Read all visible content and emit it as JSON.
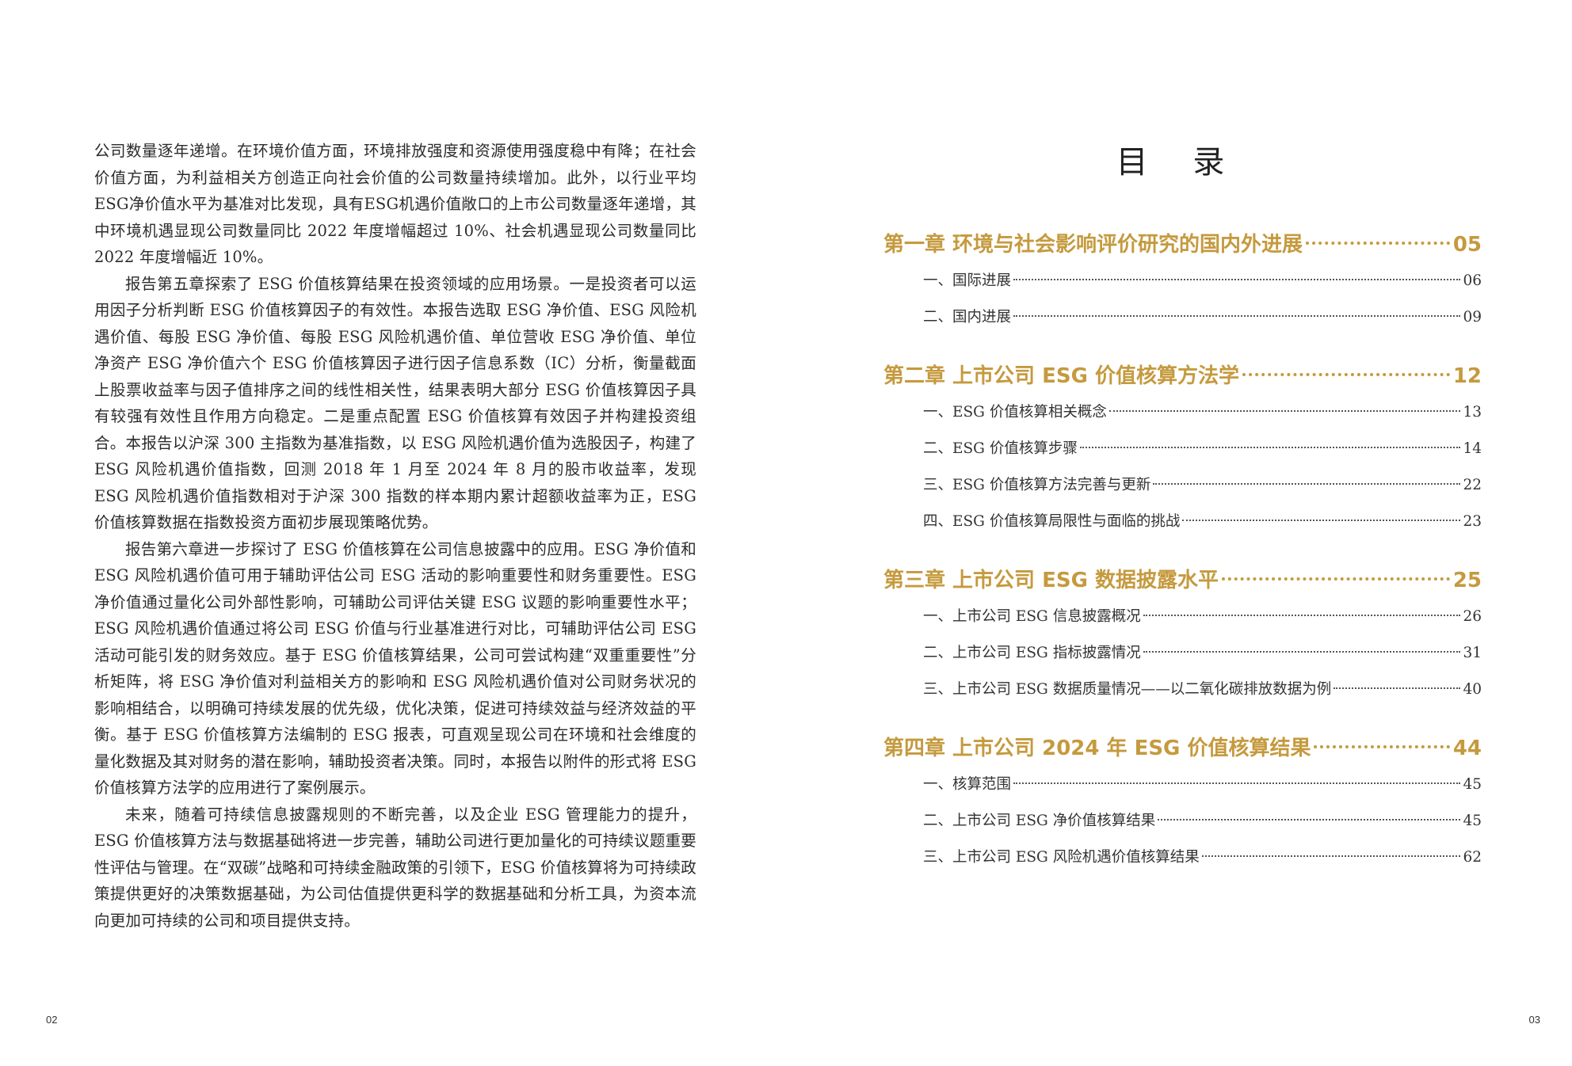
{
  "left_page": {
    "paragraphs": [
      {
        "indent": false,
        "text": "公司数量逐年递增。在环境价值方面，环境排放强度和资源使用强度稳中有降；在社会价值方面，为利益相关方创造正向社会价值的公司数量持续增加。此外，以行业平均ESG净价值水平为基准对比发现，具有ESG机遇价值敞口的上市公司数量逐年递增，其中环境机遇显现公司数量同比 2022 年度增幅超过 10%、社会机遇显现公司数量同比 2022 年度增幅近 10%。"
      },
      {
        "indent": true,
        "text": "报告第五章探索了 ESG 价值核算结果在投资领域的应用场景。一是投资者可以运用因子分析判断 ESG 价值核算因子的有效性。本报告选取 ESG 净价值、ESG 风险机遇价值、每股 ESG 净价值、每股 ESG 风险机遇价值、单位营收 ESG 净价值、单位净资产 ESG 净价值六个 ESG 价值核算因子进行因子信息系数（IC）分析，衡量截面上股票收益率与因子值排序之间的线性相关性，结果表明大部分 ESG 价值核算因子具有较强有效性且作用方向稳定。二是重点配置 ESG 价值核算有效因子并构建投资组合。本报告以沪深 300 主指数为基准指数，以 ESG 风险机遇价值为选股因子，构建了 ESG 风险机遇价值指数，回测 2018 年 1 月至 2024 年 8 月的股市收益率，发现 ESG 风险机遇价值指数相对于沪深 300 指数的样本期内累计超额收益率为正，ESG 价值核算数据在指数投资方面初步展现策略优势。"
      },
      {
        "indent": true,
        "text": "报告第六章进一步探讨了 ESG 价值核算在公司信息披露中的应用。ESG 净价值和 ESG 风险机遇价值可用于辅助评估公司 ESG 活动的影响重要性和财务重要性。ESG 净价值通过量化公司外部性影响，可辅助公司评估关键 ESG 议题的影响重要性水平；ESG 风险机遇价值通过将公司 ESG 价值与行业基准进行对比，可辅助评估公司 ESG 活动可能引发的财务效应。基于 ESG 价值核算结果，公司可尝试构建“双重重要性”分析矩阵，将 ESG 净价值对利益相关方的影响和 ESG 风险机遇价值对公司财务状况的影响相结合，以明确可持续发展的优先级，优化决策，促进可持续效益与经济效益的平衡。基于 ESG 价值核算方法编制的 ESG 报表，可直观呈现公司在环境和社会维度的量化数据及其对财务的潜在影响，辅助投资者决策。同时，本报告以附件的形式将 ESG 价值核算方法学的应用进行了案例展示。"
      },
      {
        "indent": true,
        "text": "未来，随着可持续信息披露规则的不断完善，以及企业 ESG 管理能力的提升，ESG 价值核算方法与数据基础将进一步完善，辅助公司进行更加量化的可持续议题重要性评估与管理。在“双碳”战略和可持续金融政策的引领下，ESG 价值核算将为可持续政策提供更好的决策数据基础，为公司估值提供更科学的数据基础和分析工具，为资本流向更加可持续的公司和项目提供支持。"
      }
    ],
    "page_number": "02"
  },
  "right_page": {
    "title": "目 录",
    "page_number": "03",
    "accent_color": "#c59a3e",
    "chapters": [
      {
        "label": "第一章 环境与社会影响评价研究的国内外进展",
        "page": "05",
        "sections": [
          {
            "label": "一、国际进展",
            "page": "06"
          },
          {
            "label": "二、国内进展",
            "page": "09"
          }
        ]
      },
      {
        "label": "第二章 上市公司 ESG 价值核算方法学",
        "page": "12",
        "sections": [
          {
            "label": "一、ESG 价值核算相关概念",
            "page": "13"
          },
          {
            "label": "二、ESG 价值核算步骤",
            "page": "14"
          },
          {
            "label": "三、ESG 价值核算方法完善与更新",
            "page": "22"
          },
          {
            "label": "四、ESG 价值核算局限性与面临的挑战",
            "page": "23"
          }
        ]
      },
      {
        "label": "第三章 上市公司 ESG 数据披露水平",
        "page": "25",
        "sections": [
          {
            "label": "一、上市公司 ESG 信息披露概况",
            "page": "26"
          },
          {
            "label": "二、上市公司 ESG 指标披露情况",
            "page": "31"
          },
          {
            "label": "三、上市公司 ESG 数据质量情况——以二氧化碳排放数据为例",
            "page": "40"
          }
        ]
      },
      {
        "label": "第四章 上市公司 2024 年 ESG 价值核算结果",
        "page": "44",
        "sections": [
          {
            "label": "一、核算范围",
            "page": "45"
          },
          {
            "label": "二、上市公司 ESG 净价值核算结果",
            "page": "45"
          },
          {
            "label": "三、上市公司 ESG 风险机遇价值核算结果",
            "page": "62"
          }
        ]
      }
    ]
  }
}
